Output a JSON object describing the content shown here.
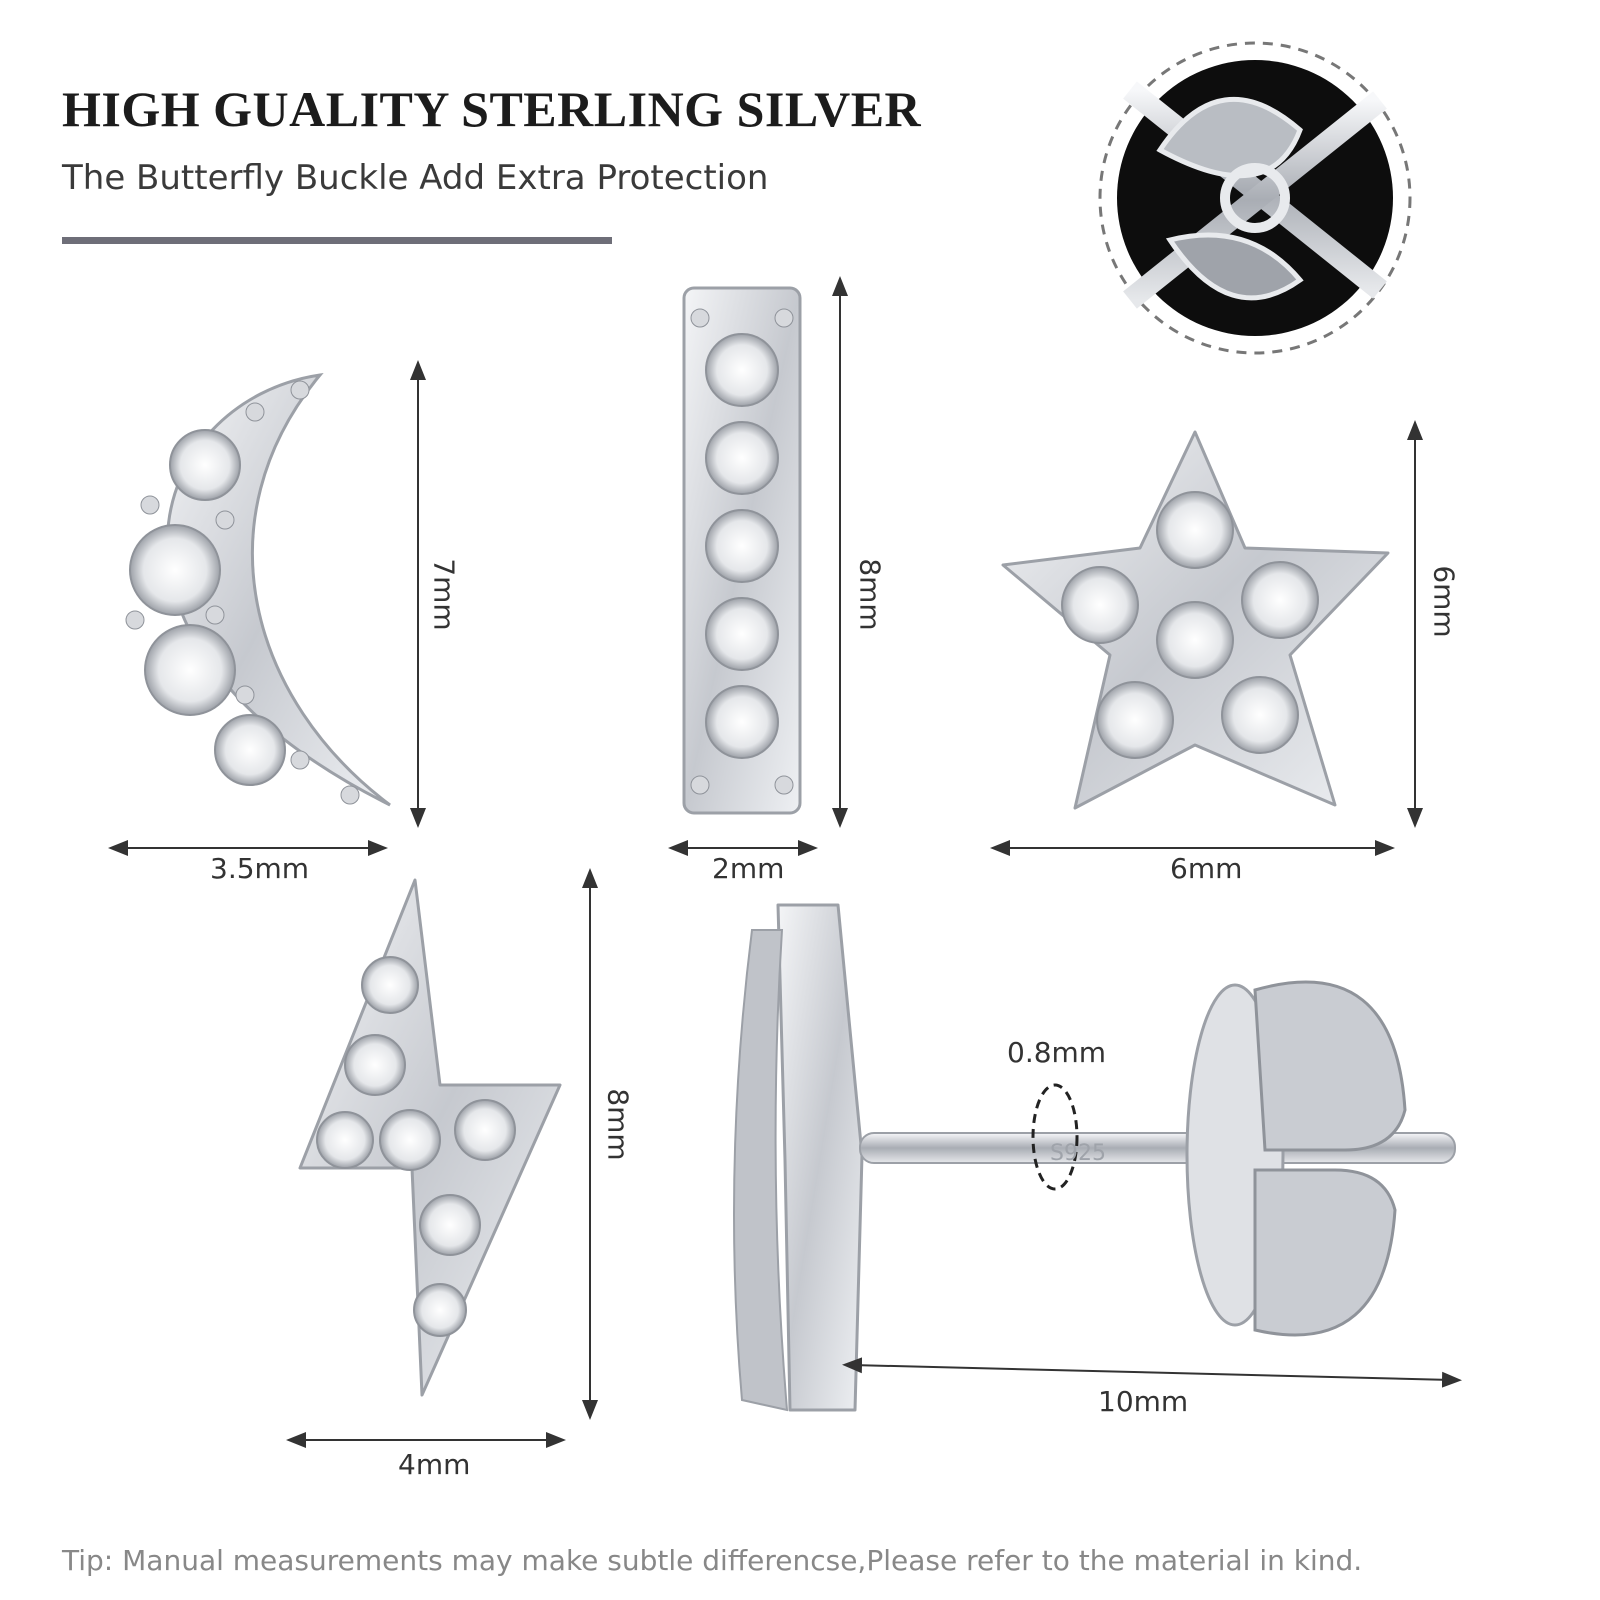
{
  "header": {
    "title": "HIGH GUALITY STERLING SILVER",
    "subtitle": "The Butterfly Buckle Add Extra Protection"
  },
  "dimensions": {
    "moon_height": "7mm",
    "moon_width": "3.5mm",
    "bar_height": "8mm",
    "bar_width": "2mm",
    "star_height": "6mm",
    "star_width": "6mm",
    "bolt_height": "8mm",
    "bolt_width": "4mm",
    "post_diameter": "0.8mm",
    "post_length": "10mm"
  },
  "stamp": "S925",
  "footer": {
    "tip": "Tip: Manual measurements may make subtle differencse,Please refer to the material in kind."
  },
  "colors": {
    "title": "#1c1c1c",
    "rule": "#6e6e78",
    "silver": "#c9ccd2",
    "dim_line": "#333333",
    "tip": "#888888"
  }
}
